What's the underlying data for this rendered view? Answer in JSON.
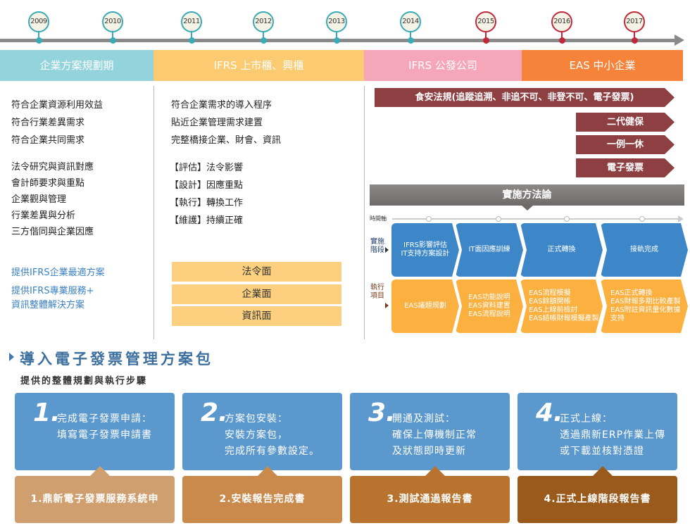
{
  "timeline": {
    "years": [
      "2009",
      "2010",
      "2011",
      "2012",
      "2013",
      "2014",
      "2015",
      "2016",
      "2017"
    ]
  },
  "phases": [
    "企業方案規劃期",
    "IFRS 上市櫃、興櫃",
    "IFRS 公發公司",
    "EAS 中小企業"
  ],
  "left_col": {
    "group1": [
      "符合企業資源利用效益",
      "符合行業差異需求",
      "符合企業共同需求"
    ],
    "group2": [
      "法令研究與資訊對應",
      "會計師要求與重點",
      "企業觀與管理",
      "行業差異與分析",
      "三方偕同與企業因應"
    ],
    "offers": [
      "提供IFRS企業最適方案",
      "提供IFRS專業服務+",
      "資訊整體解決方案"
    ]
  },
  "mid_col": {
    "group1": [
      "符合企業需求的導入程序",
      "貼近企業管理需求建置",
      "完整橋接企業、財會、資訊"
    ],
    "group2": [
      "【評估】法令影響",
      "【設計】因應重點",
      "【執行】轉換工作",
      "【維護】持續正確"
    ],
    "boxes": [
      "法令面",
      "企業面",
      "資訊面"
    ]
  },
  "right_col": {
    "regulations": [
      "食安法規(追蹤追溯、非追不可、非登不可、電子發票)",
      "二代健保",
      "一例一休",
      "電子發票"
    ],
    "method_title": "實施方法論",
    "axis_label": "時間軸",
    "stage_label": [
      "實施",
      "階段"
    ],
    "exec_label": [
      "執行",
      "項目"
    ],
    "stages": [
      [
        "IFRS影響評估",
        "IT支持方案設計"
      ],
      [
        "IT面因應訓練"
      ],
      [
        "正式轉換"
      ],
      [
        "接軌完成"
      ]
    ],
    "exec": [
      [
        "EAS議題規劃"
      ],
      [
        "EAS功能說明",
        "EAS資料建置",
        "EAS流程說明"
      ],
      [
        "EAS流程模擬",
        "EAS餘額開帳",
        "EAS上線前檢討",
        "EAS結帳財報模擬產製"
      ],
      [
        "EAS正式轉換",
        "EAS財報多期比較產製",
        "EAS附註資訊量化數據",
        "支持"
      ]
    ]
  },
  "package": {
    "title": "導入電子發票管理方案包",
    "subtitle": "提供的整體規劃與執行步驟",
    "steps": [
      {
        "num": "1.",
        "lines": [
          "完成電子發票申請：",
          "填寫電子發票申請書"
        ],
        "report": "1.鼎新電子發票服務系統申"
      },
      {
        "num": "2.",
        "lines": [
          "方案包安裝：",
          "安裝方案包，",
          "完成所有參數設定。"
        ],
        "report": "2.安裝報告完成書"
      },
      {
        "num": "3.",
        "lines": [
          "開通及測試：",
          "確保上傳機制正常",
          "及狀態即時更新"
        ],
        "report": "3.測試通過報告書"
      },
      {
        "num": "4.",
        "lines": [
          "正式上線：",
          "透過鼎新ERP作業上傳",
          "或下載並核對憑證"
        ],
        "report": "4.正式上線階段報告書"
      }
    ]
  },
  "colors": {
    "cyan": "#93d3dc",
    "yellow": "#fccb71",
    "pink": "#f5a6b9",
    "orange": "#f5843a",
    "blue": "#3d87c9",
    "amber": "#fbb040",
    "maroon": "#8e3f42"
  }
}
